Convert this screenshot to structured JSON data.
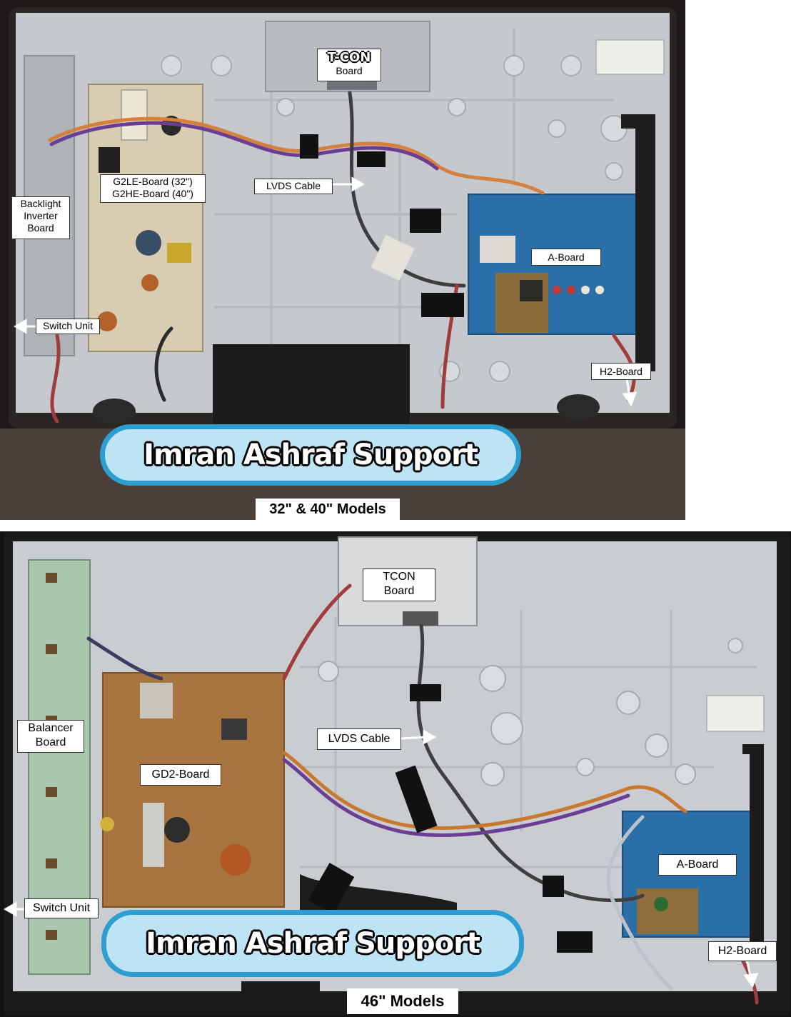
{
  "top_panel": {
    "labels": {
      "tcon_title": "T-CON",
      "tcon_sub": "Board",
      "g2_line1": "G2LE-Board (32\")",
      "g2_line2": "G2HE-Board (40\")",
      "lvds": "LVDS Cable",
      "backlight_line1": "Backlight",
      "backlight_line2": "Inverter",
      "backlight_line3": "Board",
      "a_board": "A-Board",
      "switch_unit": "Switch Unit",
      "h2_board": "H2-Board"
    },
    "banner": "Imran Ashraf Support",
    "caption": "32\" & 40\" Models"
  },
  "bottom_panel": {
    "labels": {
      "tcon_line1": "TCON",
      "tcon_line2": "Board",
      "balancer_line1": "Balancer",
      "balancer_line2": "Board",
      "gd2": "GD2-Board",
      "lvds": "LVDS Cable",
      "a_board": "A-Board",
      "switch_unit": "Switch Unit",
      "h2_board": "H2-Board"
    },
    "banner": "Imran Ashraf Support",
    "caption": "46\" Models"
  },
  "colors": {
    "chassis": "#c9ccd0",
    "power_board": "#d8cdb0",
    "brown_board": "#a8743f",
    "signal_board": "#2b6fa8",
    "banner_fill": "#bde4f5",
    "banner_border": "#2d9ed1"
  }
}
